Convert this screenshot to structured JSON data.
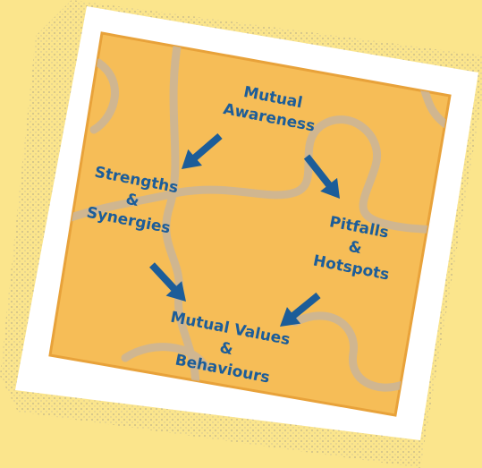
{
  "diagram": {
    "nodes": [
      {
        "id": "mutual-awareness",
        "lines": [
          "Mutual",
          "Awareness"
        ]
      },
      {
        "id": "strengths-synergies",
        "lines": [
          "Strengths",
          "&",
          "Synergies"
        ]
      },
      {
        "id": "pitfalls-hotspots",
        "lines": [
          "Pitfalls",
          "&",
          "Hotspots"
        ]
      },
      {
        "id": "mutual-values-behaviours",
        "lines": [
          "Mutual Values",
          "&",
          "Behaviours"
        ]
      }
    ],
    "edges": [
      {
        "from": "mutual-awareness",
        "to": "strengths-synergies"
      },
      {
        "from": "mutual-awareness",
        "to": "pitfalls-hotspots"
      },
      {
        "from": "strengths-synergies",
        "to": "mutual-values-behaviours"
      },
      {
        "from": "pitfalls-hotspots",
        "to": "mutual-values-behaviours"
      }
    ]
  },
  "colors": {
    "background": "#fbe58c",
    "card_border": "#ffffff",
    "card_fill": "#f6bd57",
    "card_edge": "#e8a23a",
    "puzzle_lines": "#c9b59a",
    "text_and_arrows": "#1c5d99"
  }
}
